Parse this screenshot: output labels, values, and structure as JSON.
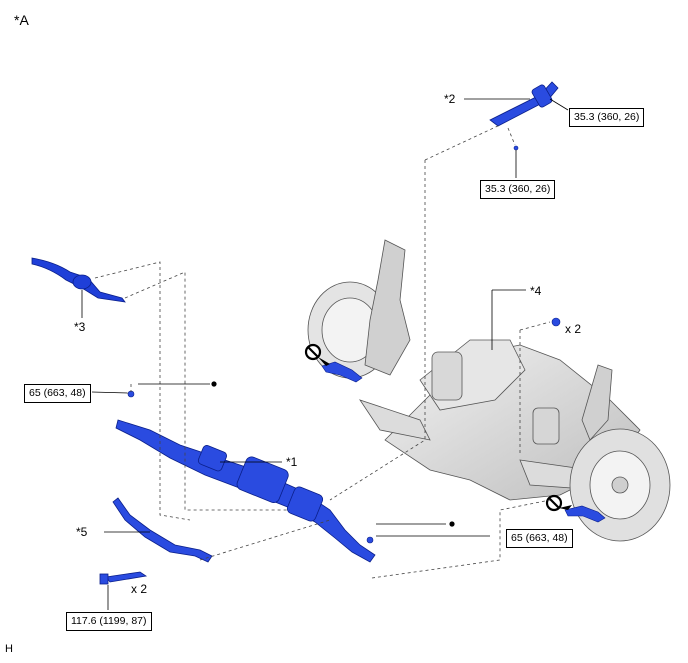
{
  "view_label": "*A",
  "corner_letter": "H",
  "parts": {
    "p1": "*1",
    "p2": "*2",
    "p3": "*3",
    "p4": "*4",
    "p5": "*5"
  },
  "torques": {
    "t1": "35.3 (360, 26)",
    "t2": "35.3 (360, 26)",
    "t3": "65 (663, 48)",
    "t4": "65 (663, 48)",
    "t5": "117.6 (1199, 87)"
  },
  "quantities": {
    "q1": "x 2",
    "q2": "x 2"
  },
  "colors": {
    "part_blue": "#1f3fd8",
    "body_grey": "#cfcfcf",
    "line": "#000000"
  }
}
